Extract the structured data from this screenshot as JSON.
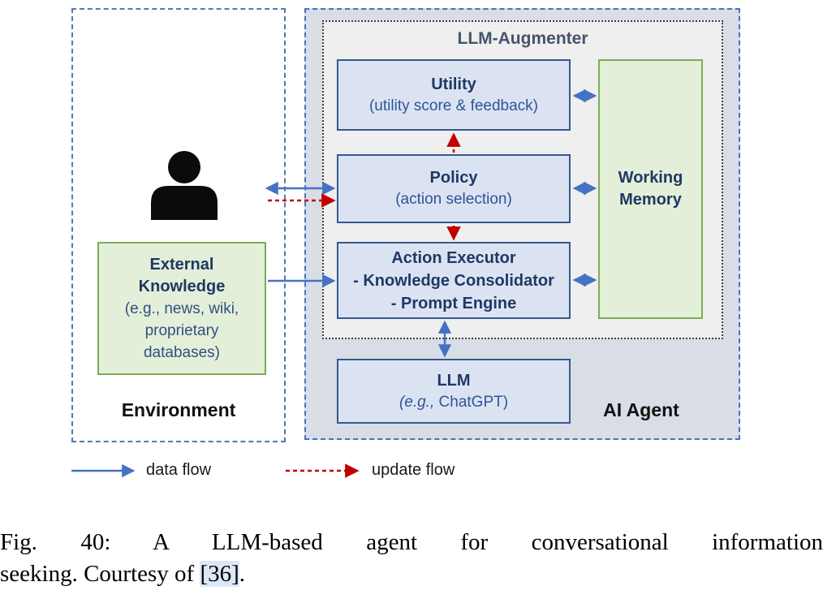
{
  "colors": {
    "data_flow_blue": "#4472c4",
    "update_flow_red": "#c00000",
    "blue_box_fill": "#dbe3f3",
    "blue_box_border": "#35598f",
    "green_box_fill": "#e3efd9",
    "green_box_border": "#7aad56",
    "agent_box_fill": "#d9dde6",
    "augmenter_box_fill": "#efefef",
    "dark_navy_text": "#1f3864",
    "title_slate": "#44546a"
  },
  "figure": {
    "environment": {
      "label": "Environment",
      "external_knowledge": {
        "name_lines": [
          "External",
          "Knowledge"
        ],
        "detail_lines": [
          "(e.g., news, wiki,",
          "proprietary",
          "databases)"
        ]
      }
    },
    "ai_agent": {
      "label": "AI Agent",
      "llm_augmenter": {
        "title": "LLM-Augmenter",
        "utility": {
          "title": "Utility",
          "subtitle": "(utility score & feedback)"
        },
        "policy": {
          "title": "Policy",
          "subtitle": "(action selection)"
        },
        "action_executor": {
          "lines": [
            "Action Executor",
            "- Knowledge Consolidator",
            "- Prompt Engine"
          ]
        },
        "working_memory": {
          "lines": [
            "Working",
            "Memory"
          ]
        }
      },
      "llm": {
        "title": "LLM",
        "subtitle_italic": "(e.g.,",
        "subtitle_plain": " ChatGPT)"
      }
    },
    "legend": {
      "data_flow_label": "data flow",
      "update_flow_label": "update flow"
    }
  },
  "caption": {
    "line1": "Fig. 40: A LLM-based agent for conversational information",
    "line2_before": "seeking. Courtesy of ",
    "citation": "[36]",
    "line2_after": "."
  }
}
